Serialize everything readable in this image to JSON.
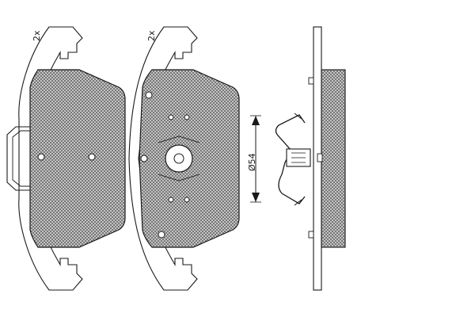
{
  "labels": {
    "qty_left": "2x",
    "qty_middle": "2x",
    "dimension": "Ø54"
  },
  "colors": {
    "line": "#1a1a1a",
    "hatch": "#444444",
    "background": "#ffffff"
  }
}
